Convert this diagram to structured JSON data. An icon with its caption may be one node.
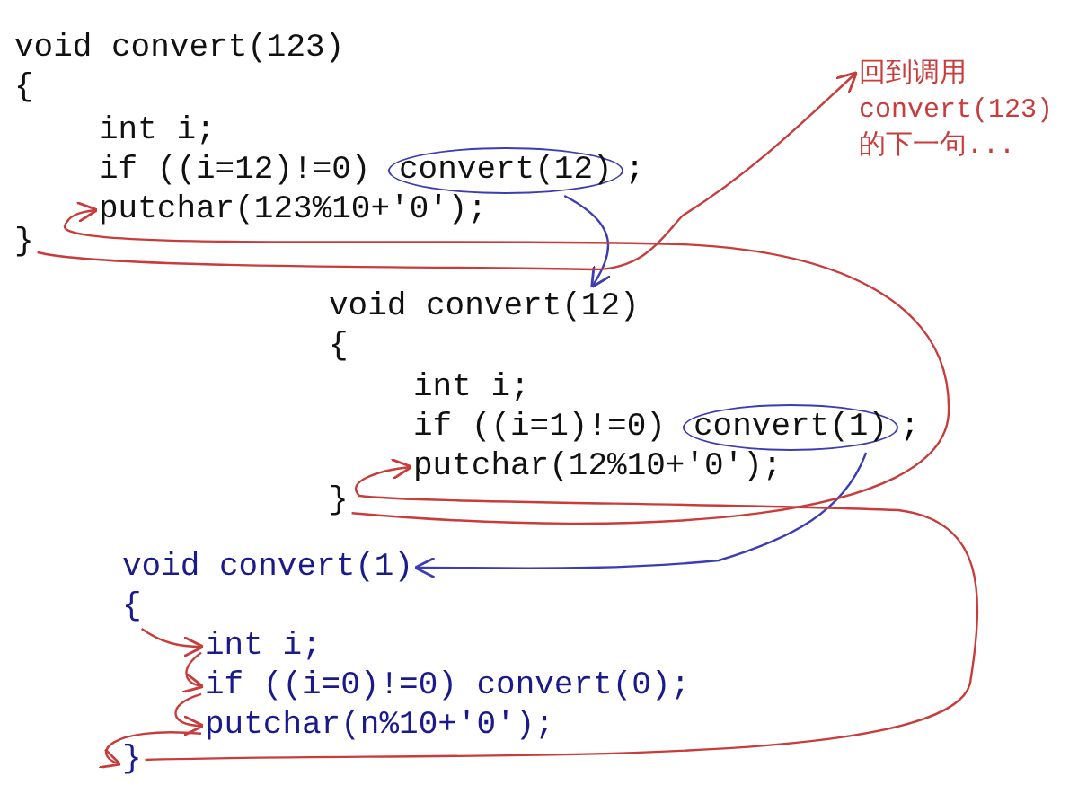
{
  "diagram": {
    "nodes": [
      {
        "text": [
          "void convert(123)"
        ]
      },
      {
        "text": [
          "{"
        ]
      },
      {
        "text": [
          "int i;"
        ]
      },
      {
        "text": [
          "if ((i=12)!=0)"
        ]
      },
      {
        "text": [
          "convert(12)"
        ],
        "beside": [
          ";"
        ]
      },
      {
        "text": [
          "putchar(123%10+'0');"
        ]
      },
      {
        "text": [
          "}"
        ]
      },
      {
        "text": [
          "void convert(12)"
        ]
      },
      {
        "text": [
          "{"
        ]
      },
      {
        "text": [
          "int i;"
        ]
      },
      {
        "text": [
          "if ((i=1)!=0)"
        ]
      },
      {
        "text": [
          "convert(1)"
        ],
        "beside": [
          ";"
        ]
      },
      {
        "text": [
          "putchar(12%10+'0');"
        ]
      },
      {
        "text": [
          "}"
        ]
      },
      {
        "text": [
          "void convert(1)"
        ]
      },
      {
        "text": [
          "{"
        ]
      },
      {
        "text": [
          "int i;"
        ]
      },
      {
        "text": [
          "if ((i=0)!=0) convert(0);"
        ]
      },
      {
        "text": [
          "putchar(n%10+'0');"
        ]
      },
      {
        "text": [
          "}"
        ]
      },
      {
        "text": [
          "回到调用convert(123)的下一句..."
        ]
      }
    ],
    "edges": [
      {
        "from": 4,
        "to": 7,
        "arrow": "to",
        "color": "#3c3cb4"
      },
      {
        "from": 11,
        "to": 14,
        "arrow": "to",
        "color": "#3c3cb4"
      },
      {
        "from": 19,
        "to": 12,
        "arrow": "to"
      },
      {
        "from": 13,
        "to": 5,
        "arrow": "to"
      },
      {
        "from": 6,
        "to": 20,
        "arrow": "to"
      },
      {
        "from": 15,
        "to": 16,
        "arrow": "to"
      },
      {
        "from": 16,
        "to": 17,
        "arrow": "to"
      },
      {
        "from": 17,
        "to": 18,
        "arrow": "to"
      },
      {
        "from": 18,
        "to": 19,
        "arrow": "to"
      }
    ]
  }
}
